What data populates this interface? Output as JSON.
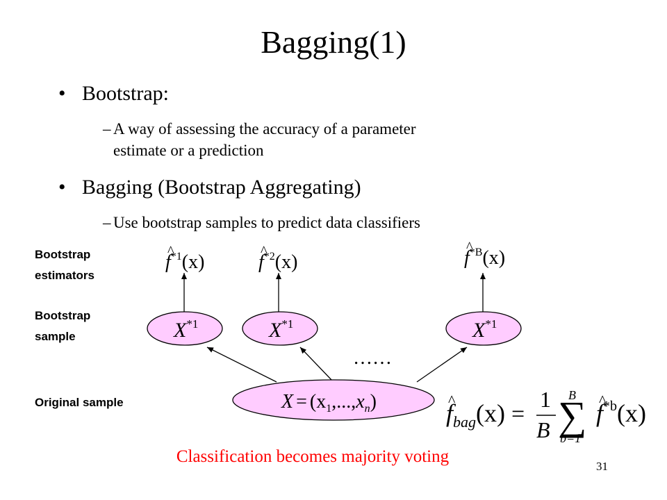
{
  "slide": {
    "title": "Bagging(1)",
    "bullets": [
      {
        "text": "Bootstrap:",
        "sub": "A way of assessing the accuracy of a parameter",
        "sub_cont": "estimate or a prediction"
      },
      {
        "text": "Bagging (Bootstrap Aggregating)",
        "sub": "Use bootstrap samples to predict data classifiers"
      }
    ],
    "bullet_glyph": "•",
    "dash_glyph": "–",
    "page_number": "31"
  },
  "diagram": {
    "labels": {
      "estimators": [
        "Bootstrap",
        "estimators"
      ],
      "sample": [
        "Bootstrap",
        "sample"
      ],
      "original": "Original sample"
    },
    "estimators": [
      {
        "base": "f",
        "sup": "*1",
        "arg": "(x)"
      },
      {
        "base": "f",
        "sup": "*2",
        "arg": "(x)"
      },
      {
        "base": "f",
        "sup": "*B",
        "arg": "(x)"
      }
    ],
    "samples": [
      {
        "base": "X",
        "sup": "*1"
      },
      {
        "base": "X",
        "sup": "*1"
      },
      {
        "base": "X",
        "sup": "*1"
      }
    ],
    "ellipsis": "……",
    "original": {
      "lhs": "X",
      "eq": "=",
      "rhs": "(x",
      "sub1": "1",
      "mid": ",...,",
      "x": "x",
      "subn": "n",
      "close": ")"
    },
    "colors": {
      "ellipse_fill": "#ffccff",
      "caption": "#ff0000"
    }
  },
  "formula": {
    "f": "f",
    "sub": "bag",
    "arg": "(x)",
    "eq": "=",
    "num": "1",
    "den": "B",
    "sigma": "∑",
    "top": "B",
    "bottom": "b=1",
    "term_base": "f",
    "term_sup": "*b",
    "term_arg": "(x)"
  },
  "caption": "Classification becomes majority voting"
}
